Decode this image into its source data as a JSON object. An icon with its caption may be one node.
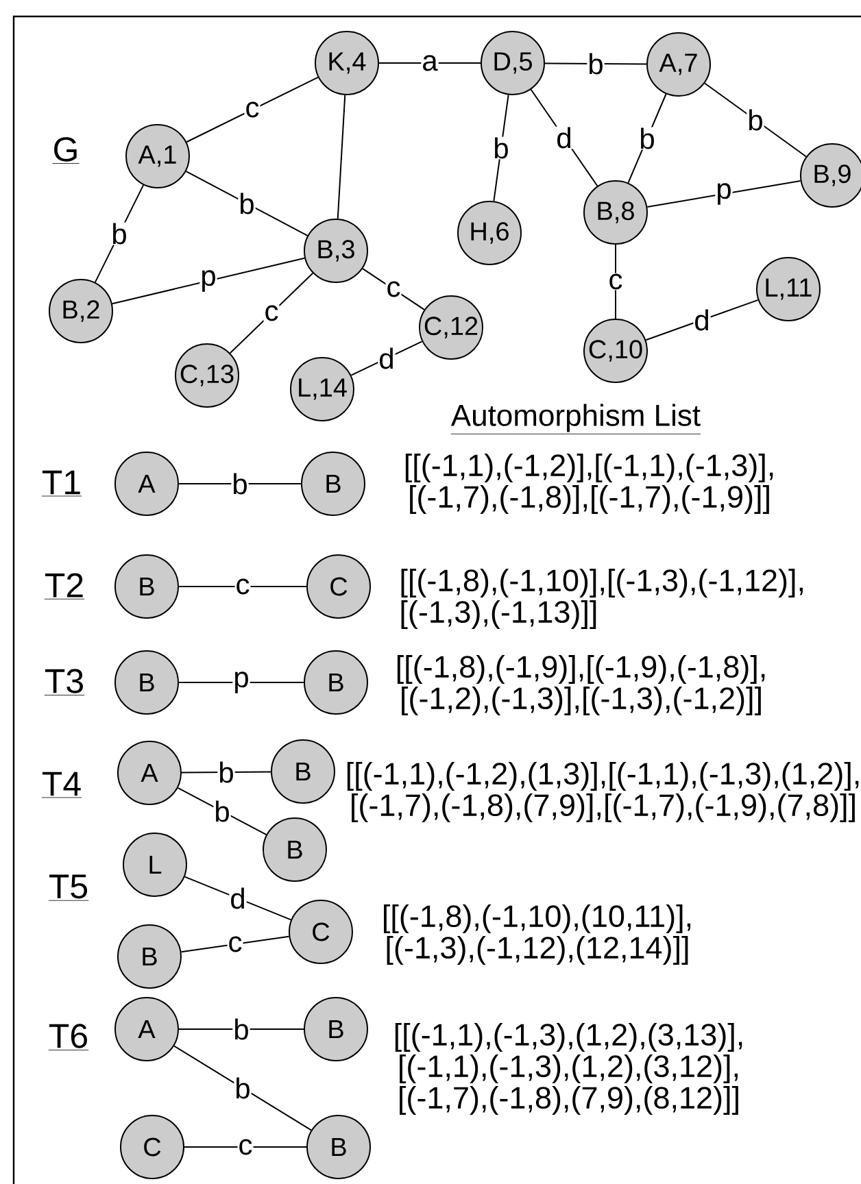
{
  "diagram": {
    "nodes": [
      {
        "text": [
          "K,4"
        ]
      },
      {
        "text": [
          "D,5"
        ]
      },
      {
        "text": [
          "A,7"
        ]
      },
      {
        "text": [
          "A,1"
        ]
      },
      {
        "text": [
          "B,9"
        ]
      },
      {
        "text": [
          "B,8"
        ]
      },
      {
        "text": [
          "H,6"
        ]
      },
      {
        "text": [
          "B,3"
        ]
      },
      {
        "text": [
          "B,2"
        ]
      },
      {
        "text": [
          "L,11"
        ]
      },
      {
        "text": [
          "C,12"
        ]
      },
      {
        "text": [
          "C,10"
        ]
      },
      {
        "text": [
          "C,13"
        ]
      },
      {
        "text": [
          "L,14"
        ]
      },
      {
        "text": [
          "A"
        ]
      },
      {
        "text": [
          "B"
        ]
      },
      {
        "text": [
          "B"
        ]
      },
      {
        "text": [
          "C"
        ]
      },
      {
        "text": [
          "B"
        ]
      },
      {
        "text": [
          "B"
        ]
      },
      {
        "text": [
          "A"
        ]
      },
      {
        "text": [
          "B"
        ]
      },
      {
        "text": [
          "B"
        ]
      },
      {
        "text": [
          "L"
        ]
      },
      {
        "text": [
          "B"
        ]
      },
      {
        "text": [
          "C"
        ]
      },
      {
        "text": [
          "A"
        ]
      },
      {
        "text": [
          "B"
        ]
      },
      {
        "text": [
          "C"
        ]
      },
      {
        "text": [
          "B"
        ]
      }
    ],
    "edges": [
      {
        "from": 0,
        "to": 3,
        "label": "c",
        "arrow": "none"
      },
      {
        "from": 0,
        "to": 1,
        "label": "a",
        "arrow": "none"
      },
      {
        "from": 1,
        "to": 2,
        "label": "b",
        "arrow": "none"
      },
      {
        "from": 0,
        "to": 7,
        "arrow": "none"
      },
      {
        "from": 1,
        "to": 6,
        "label": "b",
        "arrow": "none"
      },
      {
        "from": 1,
        "to": 5,
        "label": "d",
        "arrow": "none"
      },
      {
        "from": 2,
        "to": 5,
        "label": "b",
        "arrow": "none"
      },
      {
        "from": 2,
        "to": 4,
        "label": "b",
        "arrow": "none"
      },
      {
        "from": 3,
        "to": 7,
        "label": "b",
        "arrow": "none"
      },
      {
        "from": 3,
        "to": 8,
        "label": "b",
        "arrow": "none"
      },
      {
        "from": 5,
        "to": 4,
        "label": "p",
        "arrow": "none"
      },
      {
        "from": 7,
        "to": 8,
        "label": "p",
        "arrow": "none"
      },
      {
        "from": 7,
        "to": 12,
        "label": "c",
        "arrow": "none"
      },
      {
        "from": 7,
        "to": 10,
        "label": "c",
        "arrow": "none"
      },
      {
        "from": 10,
        "to": 13,
        "label": "d",
        "arrow": "none"
      },
      {
        "from": 5,
        "to": 11,
        "label": "c",
        "arrow": "none"
      },
      {
        "from": 11,
        "to": 9,
        "label": "d",
        "arrow": "none"
      },
      {
        "from": 14,
        "to": 15,
        "label": "b",
        "arrow": "none"
      },
      {
        "from": 16,
        "to": 17,
        "label": "c",
        "arrow": "none"
      },
      {
        "from": 18,
        "to": 19,
        "label": "p",
        "arrow": "none"
      },
      {
        "from": 20,
        "to": 21,
        "label": "b",
        "arrow": "none"
      },
      {
        "from": 20,
        "to": 22,
        "label": "b",
        "arrow": "none"
      },
      {
        "from": 23,
        "to": 25,
        "label": "d",
        "arrow": "none"
      },
      {
        "from": 24,
        "to": 25,
        "label": "c",
        "arrow": "none"
      },
      {
        "from": 26,
        "to": 27,
        "label": "b",
        "arrow": "none"
      },
      {
        "from": 26,
        "to": 29,
        "label": "b",
        "arrow": "none"
      },
      {
        "from": 28,
        "to": 29,
        "label": "c",
        "arrow": "none"
      }
    ],
    "labels": [
      "G",
      "Automorphism List",
      "T1",
      "[[(-1,1),(-1,2)],[(-1,1),(-1,3)], [(-1,7),(-1,8)],[(-1,7),(-1,9)]]",
      "T2",
      "[[(-1,8),(-1,10)],[(-1,3),(-1,12)], [(-1,3),(-1,13)]]",
      "T3",
      "[[(-1,8),(-1,9)],[(-1,9),(-1,8)], [(-1,2),(-1,3)],[(-1,3),(-1,2)]]",
      "T4",
      "[[(-1,1),(-1,2),(1,3)],[(-1,1),(-1,3),(1,2)], [(-1,7),(-1,8),(7,9)],[(-1,7),(-1,9),(7,8)]]",
      "T5",
      "[[(-1,8),(-1,10),(10,11)], [(-1,3),(-1,12),(12,14)]]",
      "T6",
      "[[(-1,1),(-1,3),(1,2),(3,13)], [(-1,1),(-1,3),(1,2),(3,12)], [(-1,7),(-1,8),(7,9),(8,12)]]"
    ]
  }
}
